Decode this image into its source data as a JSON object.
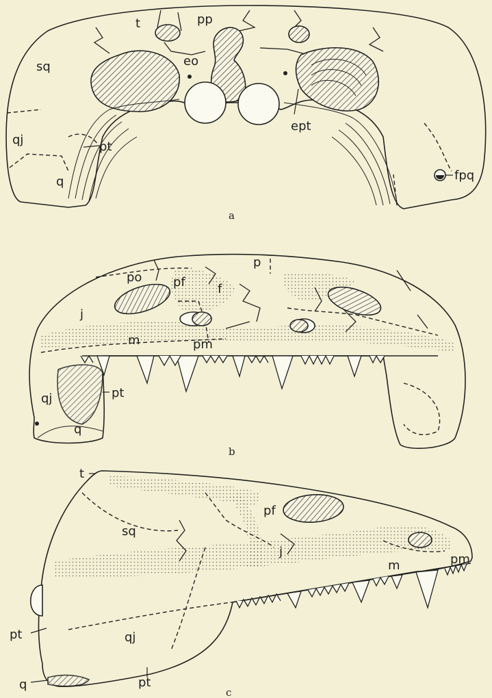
{
  "figure": {
    "panel_a": {
      "caption": "a",
      "labels": {
        "t": "t",
        "pp": "pp",
        "sq": "sq",
        "eo": "eo",
        "qj": "qj",
        "q": "q",
        "pt": "pt",
        "ept": "ept",
        "fpq": "fpq"
      }
    },
    "panel_b": {
      "caption": "b",
      "labels": {
        "p": "p",
        "po": "po",
        "pf": "pf",
        "f": "f",
        "j": "j",
        "m": "m",
        "pm": "pm",
        "qj": "qj",
        "q": "q",
        "pt": "pt"
      }
    },
    "panel_c": {
      "caption": "c",
      "labels": {
        "t": "t",
        "sq": "sq",
        "pf": "pf",
        "j": "j",
        "m": "m",
        "pm": "pm",
        "qj": "qj",
        "pt_upper": "pt",
        "pt_lower": "pt",
        "q": "q"
      }
    }
  }
}
